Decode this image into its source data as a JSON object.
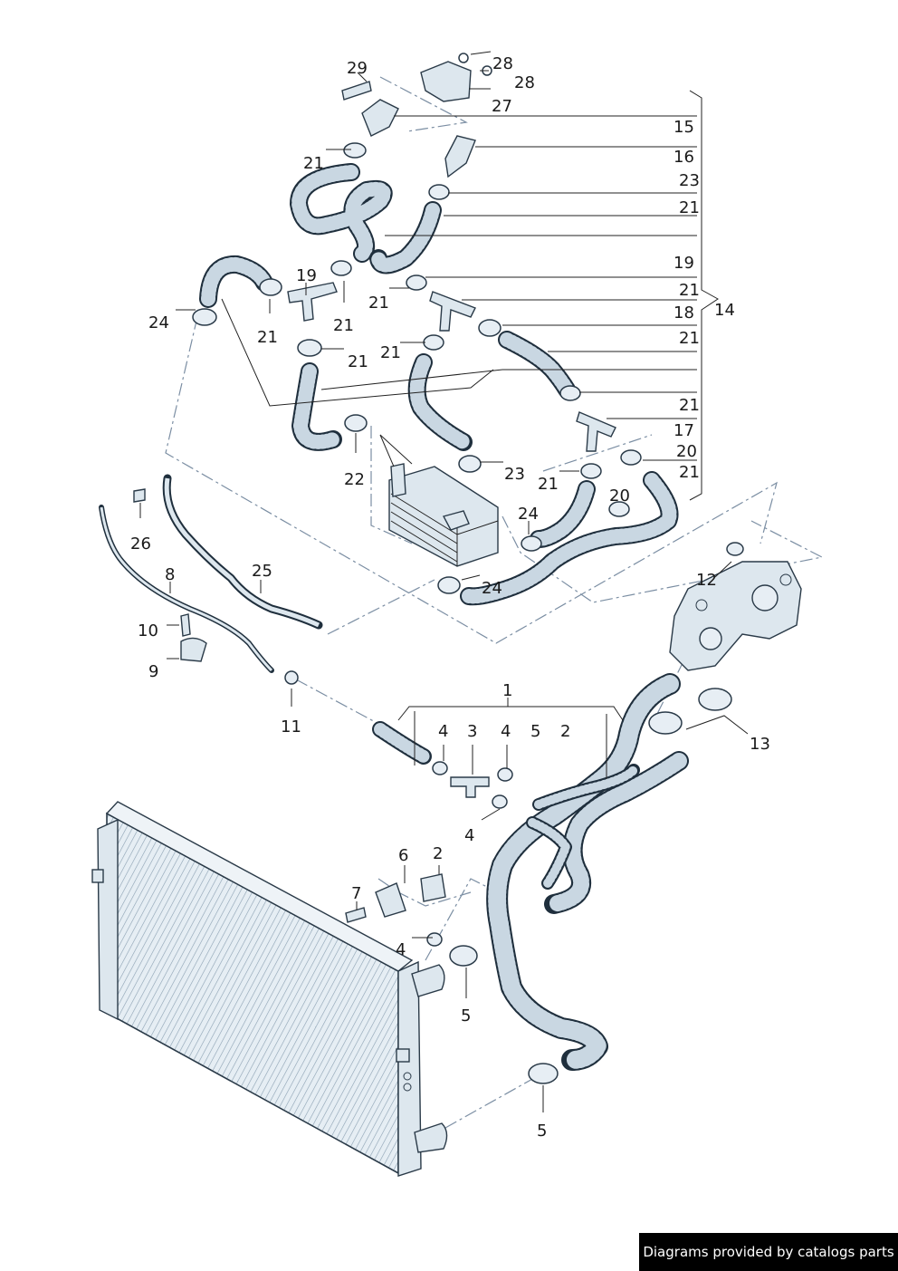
{
  "callouts": [
    {
      "id": "c29",
      "text": "29"
    },
    {
      "id": "c28a",
      "text": "28"
    },
    {
      "id": "c28b",
      "text": "28"
    },
    {
      "id": "c27",
      "text": "27"
    },
    {
      "id": "c15",
      "text": "15"
    },
    {
      "id": "c16",
      "text": "16"
    },
    {
      "id": "c23a",
      "text": "23"
    },
    {
      "id": "c21a",
      "text": "21"
    },
    {
      "id": "c19a",
      "text": "19"
    },
    {
      "id": "c21b",
      "text": "21"
    },
    {
      "id": "c18",
      "text": "18"
    },
    {
      "id": "c21c",
      "text": "21"
    },
    {
      "id": "c21d",
      "text": "21"
    },
    {
      "id": "c17",
      "text": "17"
    },
    {
      "id": "c20a",
      "text": "20"
    },
    {
      "id": "c21e",
      "text": "21"
    },
    {
      "id": "c14",
      "text": "14"
    },
    {
      "id": "c21f",
      "text": "21"
    },
    {
      "id": "c19b",
      "text": "19"
    },
    {
      "id": "c21g",
      "text": "21"
    },
    {
      "id": "c21h",
      "text": "21"
    },
    {
      "id": "c24a",
      "text": "24"
    },
    {
      "id": "c21i",
      "text": "21"
    },
    {
      "id": "c21j",
      "text": "21"
    },
    {
      "id": "c21k",
      "text": "21"
    },
    {
      "id": "c22",
      "text": "22"
    },
    {
      "id": "c23b",
      "text": "23"
    },
    {
      "id": "c21l",
      "text": "21"
    },
    {
      "id": "c20b",
      "text": "20"
    },
    {
      "id": "c24b",
      "text": "24"
    },
    {
      "id": "c24c",
      "text": "24"
    },
    {
      "id": "c26",
      "text": "26"
    },
    {
      "id": "c25",
      "text": "25"
    },
    {
      "id": "c8",
      "text": "8"
    },
    {
      "id": "c10",
      "text": "10"
    },
    {
      "id": "c9",
      "text": "9"
    },
    {
      "id": "c11",
      "text": "11"
    },
    {
      "id": "c12",
      "text": "12"
    },
    {
      "id": "c13",
      "text": "13"
    },
    {
      "id": "c1",
      "text": "1"
    },
    {
      "id": "c4a",
      "text": "4"
    },
    {
      "id": "c3",
      "text": "3"
    },
    {
      "id": "c4b",
      "text": "4"
    },
    {
      "id": "c5a",
      "text": "5"
    },
    {
      "id": "c2a",
      "text": "2"
    },
    {
      "id": "c4c",
      "text": "4"
    },
    {
      "id": "c6",
      "text": "6"
    },
    {
      "id": "c2b",
      "text": "2"
    },
    {
      "id": "c7",
      "text": "7"
    },
    {
      "id": "c4d",
      "text": "4"
    },
    {
      "id": "c5b",
      "text": "5"
    },
    {
      "id": "c5c",
      "text": "5"
    }
  ],
  "credit": "Diagrams provided by catalogs parts"
}
